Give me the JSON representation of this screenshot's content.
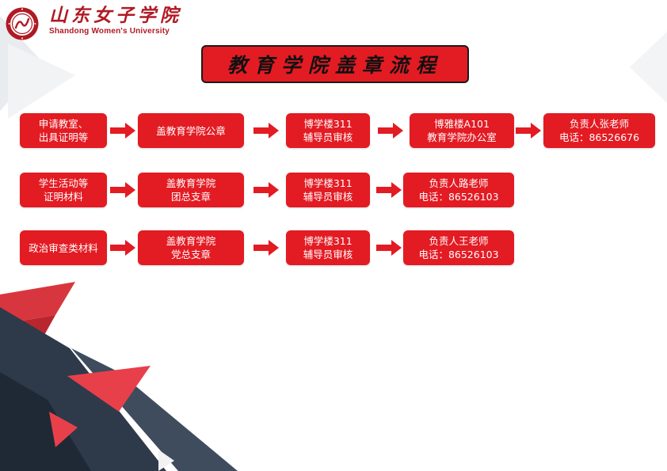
{
  "header": {
    "school_name_cn": "山东女子学院",
    "school_name_en": "Shandong Women's University",
    "logo_icon": "university-seal-icon"
  },
  "title": "教育学院盖章流程",
  "colors": {
    "accent_red": "#e31b23",
    "logo_red": "#b01a24",
    "dark_navy": "#2e3a4a"
  },
  "rows": [
    {
      "nodes": [
        {
          "line1": "申请教室、",
          "line2": "出具证明等"
        },
        {
          "line1": "盖教育学院公章",
          "line2": ""
        },
        {
          "line1": "博学楼311",
          "line2": "辅导员审核"
        },
        {
          "line1": "博雅楼A101",
          "line2": "教育学院办公室"
        },
        {
          "line1": "负责人张老师",
          "line2": "电话：86526676"
        }
      ]
    },
    {
      "nodes": [
        {
          "line1": "学生活动等",
          "line2": "证明材料"
        },
        {
          "line1": "盖教育学院",
          "line2": "团总支章"
        },
        {
          "line1": "博学楼311",
          "line2": "辅导员审核"
        },
        {
          "line1": "负责人路老师",
          "line2": "电话：86526103"
        }
      ]
    },
    {
      "nodes": [
        {
          "line1": "政治审查类材料",
          "line2": ""
        },
        {
          "line1": "盖教育学院",
          "line2": "党总支章"
        },
        {
          "line1": "博学楼311",
          "line2": "辅导员审核"
        },
        {
          "line1": "负责人王老师",
          "line2": "电话：86526103"
        }
      ]
    }
  ]
}
